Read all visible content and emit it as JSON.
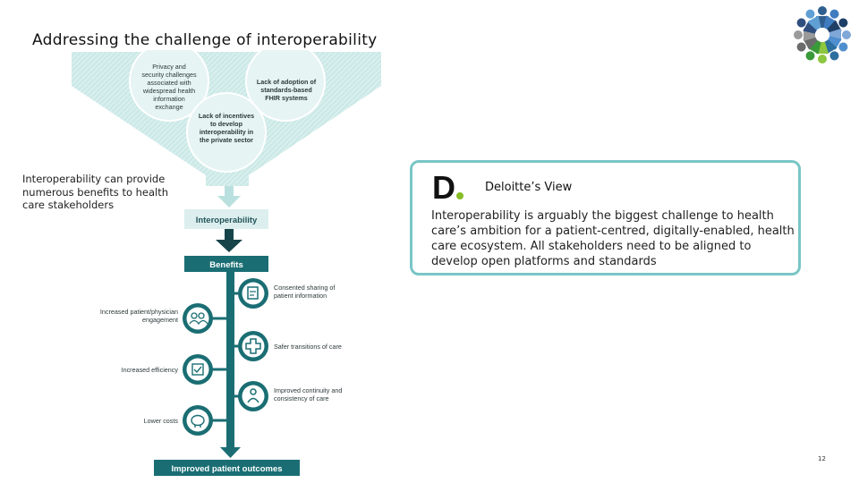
{
  "slide": {
    "title": "Addressing the challenge of interoperability",
    "page_number": "12"
  },
  "left_note": "Interoperability can provide numerous benefits to health care stakeholders",
  "infographic": {
    "challenges": [
      [
        "Privacy and",
        "security challenges",
        "associated with",
        "widespread health",
        "information",
        "exchange"
      ],
      [
        "Lack of adoption of",
        "standards-based",
        "FHIR systems"
      ],
      [
        "Lack of incentives",
        "to develop",
        "interoperability in",
        "the private sector"
      ]
    ],
    "interoperability_label": "Interoperability",
    "benefits_label": "Benefits",
    "benefits_right": [
      [
        "Consented sharing of",
        "patient information"
      ],
      [
        "Safer transitions of care"
      ],
      [
        "Improved continuity and",
        "consistency of care"
      ]
    ],
    "benefits_left": [
      [
        "Increased patient/physician",
        "engagement"
      ],
      [
        "Increased efficiency"
      ],
      [
        "Lower costs"
      ]
    ],
    "outcome_label": "Improved patient outcomes",
    "colors": {
      "teal": "#1a6e73",
      "light_teal": "#c5e7e6",
      "circle_fill": "#e4f3f2",
      "funnel": "#d6eeed"
    }
  },
  "deloitte_view": {
    "logo_letter": "D",
    "title": "Deloitte’s View",
    "body": "Interoperability is arguably the biggest challenge to health care’s ambition for a patient-centred, digitally-enabled, health care ecosystem. All stakeholders need to be aligned to develop open platforms and standards",
    "accent_color": "#86bc25",
    "border_color": "#79c6c7"
  }
}
